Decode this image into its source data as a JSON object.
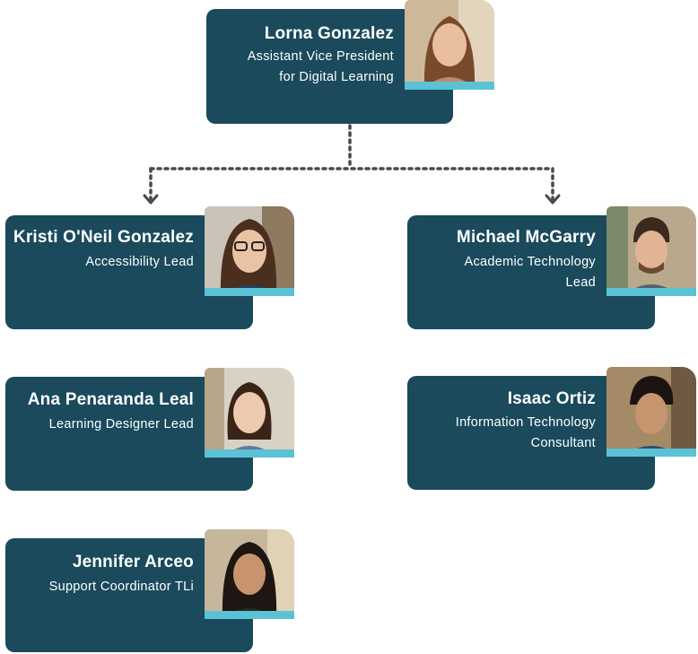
{
  "colors": {
    "card": "#1a4a5c",
    "accent": "#5bc2d6",
    "connector": "#4a4a4a"
  },
  "root": {
    "name": "Lorna Gonzalez",
    "title_lines": [
      "Assistant Vice President",
      "for Digital Learning"
    ]
  },
  "left": [
    {
      "name": "Kristi O'Neil Gonzalez",
      "title_lines": [
        "Accessibility Lead"
      ]
    },
    {
      "name": "Ana Penaranda Leal",
      "title_lines": [
        "Learning Designer Lead"
      ]
    },
    {
      "name": "Jennifer Arceo",
      "title_lines": [
        "Support Coordinator TLi"
      ]
    }
  ],
  "right": [
    {
      "name": "Michael McGarry",
      "title_lines": [
        "Academic Technology",
        "Lead"
      ]
    },
    {
      "name": "Isaac Ortiz",
      "title_lines": [
        "Information Technology",
        "Consultant"
      ]
    }
  ]
}
